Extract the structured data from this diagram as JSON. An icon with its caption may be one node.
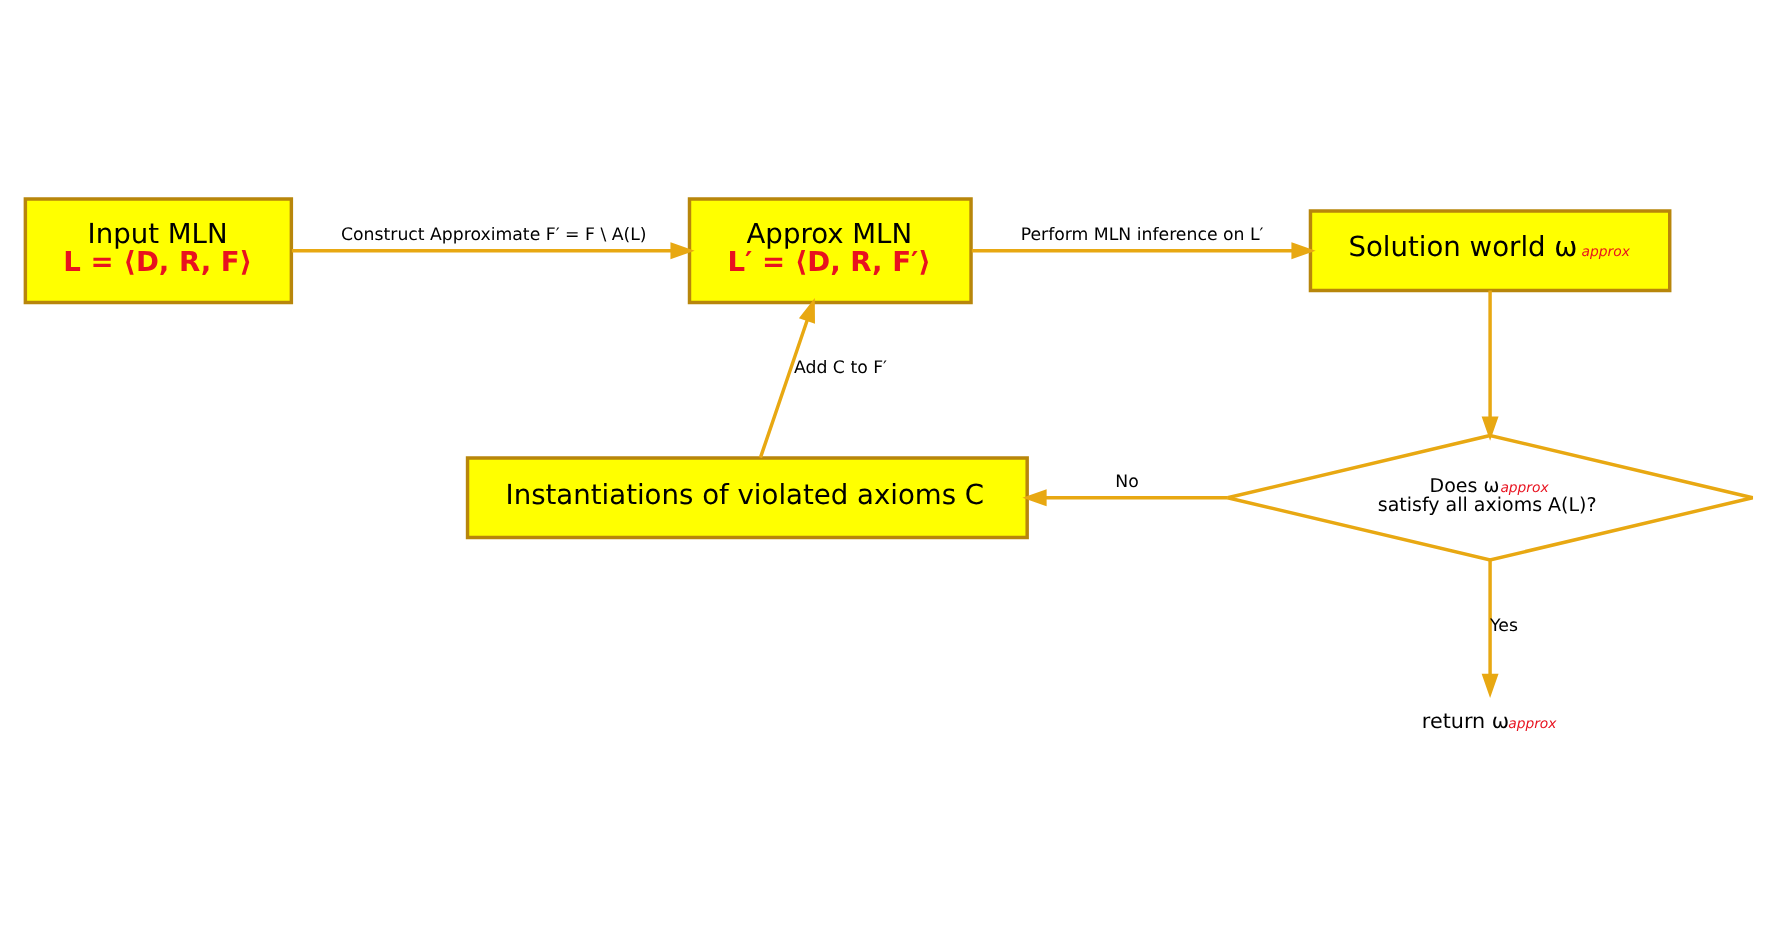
{
  "diagram": {
    "nodes": [
      {
        "text": [
          "Input MLN",
          "L = ⟨D, R, F⟩"
        ]
      },
      {
        "text": [
          "Approx MLN",
          "L′ = ⟨D, R, F′⟩"
        ]
      },
      {
        "text": [
          "Solution world ω$_{approx}$"
        ]
      },
      {
        "text": [
          "Does ω$_{approx}$ satisfy all axioms A(L)?"
        ]
      },
      {
        "text": [
          "Instantiations of violated axioms C"
        ]
      },
      {
        "text": [
          "return ω$_{approx}$"
        ]
      }
    ],
    "edges": [
      {
        "from": 0,
        "to": 1,
        "arrow": "to",
        "label": "Construct Approximate F′ = F \\ A(L)"
      },
      {
        "from": 1,
        "to": 2,
        "arrow": "to",
        "label": "Perform MLN inference on L′"
      },
      {
        "from": 2,
        "to": 3,
        "arrow": "to"
      },
      {
        "from": 3,
        "to": 4,
        "arrow": "to",
        "label": "No"
      },
      {
        "from": 4,
        "to": 1,
        "arrow": "to",
        "label": "Add C to F′"
      },
      {
        "from": 3,
        "to": 5,
        "arrow": "to",
        "label": "Yes"
      }
    ]
  }
}
